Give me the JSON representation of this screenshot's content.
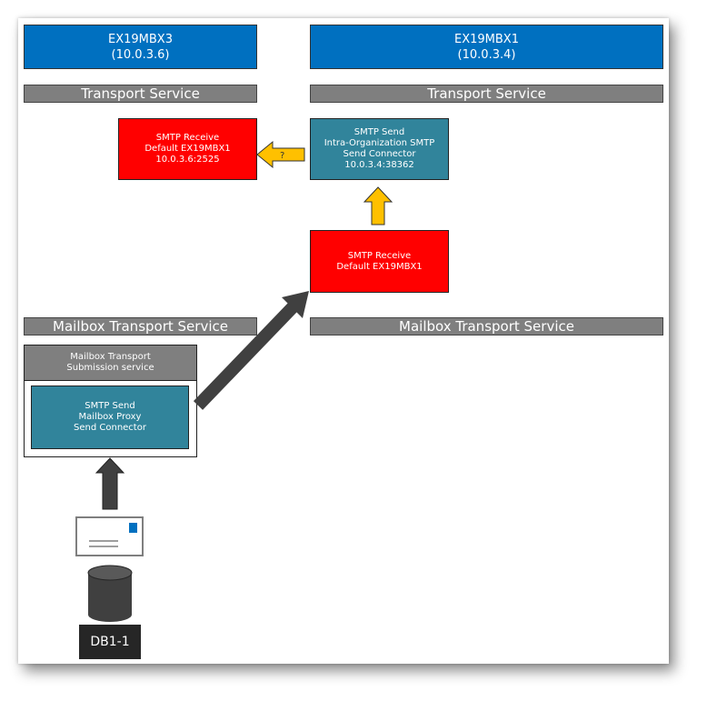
{
  "servers": [
    {
      "name": "EX19MBX3",
      "ip": "(10.0.3.6)"
    },
    {
      "name": "EX19MBX1",
      "ip": "(10.0.3.4)"
    }
  ],
  "bars": {
    "transport_left": "Transport Service",
    "transport_right": "Transport Service",
    "mailbox_left": "Mailbox Transport Service",
    "mailbox_right": "Mailbox Transport Service"
  },
  "smtp_receive_mbx3": {
    "line1": "SMTP Receive",
    "line2": "Default EX19MBX1",
    "line3": "10.0.3.6:2525"
  },
  "smtp_send_intra": {
    "line1": "SMTP Send",
    "line2": "Intra-Organization SMTP",
    "line3": "Send Connector",
    "line4": "10.0.3.4:38362"
  },
  "smtp_receive_mbx1": {
    "line1": "SMTP Receive",
    "line2": "Default EX19MBX1"
  },
  "submission": {
    "line1": "Mailbox Transport",
    "line2": "Submission service"
  },
  "smtp_send_proxy": {
    "line1": "SMTP Send",
    "line2": "Mailbox Proxy",
    "line3": "Send Connector"
  },
  "question_arrow_label": "?",
  "database_label": "DB1-1",
  "colors": {
    "server_blue": "#0070c0",
    "service_gray": "#7f7f7f",
    "receive_red": "#ff0000",
    "send_teal": "#31849b",
    "arrow_yellow": "#ffc000",
    "arrow_dark": "#404040",
    "db_dark": "#262626"
  },
  "icons": [
    "envelope-icon",
    "database-icon"
  ]
}
